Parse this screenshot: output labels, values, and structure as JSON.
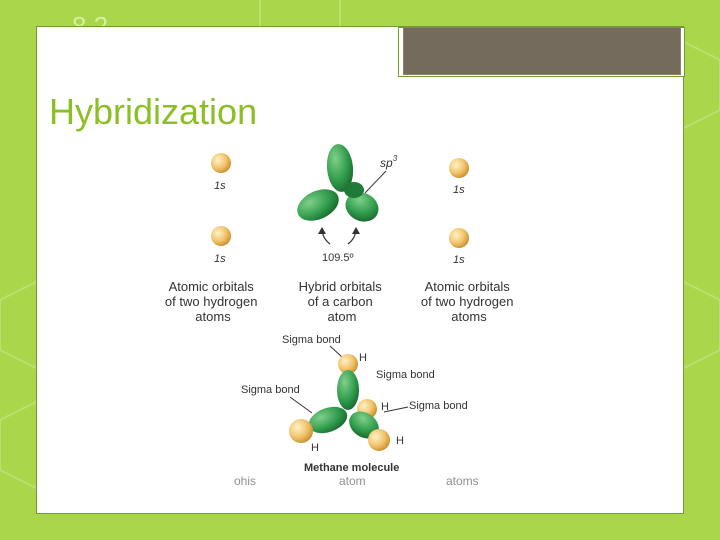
{
  "slide": {
    "number": "8.2",
    "title": "Hybridization"
  },
  "figure": {
    "sp3_label": "sp",
    "sp3_superscript": "3",
    "angle": "109.5º",
    "orbital_1s_a": "1s",
    "orbital_1s_b": "1s",
    "orbital_1s_c": "1s",
    "orbital_1s_d": "1s",
    "caption_left": [
      "Atomic orbitals",
      "of two hydrogen",
      "atoms"
    ],
    "caption_middle": [
      "Hybrid orbitals",
      "of a carbon",
      "atom"
    ],
    "caption_right": [
      "Atomic orbitals",
      "of two hydrogen",
      "atoms"
    ],
    "sigma_bond_1": "Sigma bond",
    "sigma_bond_2": "Sigma bond",
    "sigma_bond_3": "Sigma bond",
    "sigma_bond_4": "Sigma bond",
    "h_top": "H",
    "h_right": "H",
    "h_far_right": "H",
    "h_left": "H",
    "methane_label": "Methane molecule",
    "ghost_left": "ohis",
    "ghost_middle": "atom",
    "ghost_right": "atoms"
  },
  "colors": {
    "background": "#a9d64a",
    "title": "#8cbf26",
    "lobe": "#2e9a4a",
    "hydrogen": "#f0c36a"
  }
}
